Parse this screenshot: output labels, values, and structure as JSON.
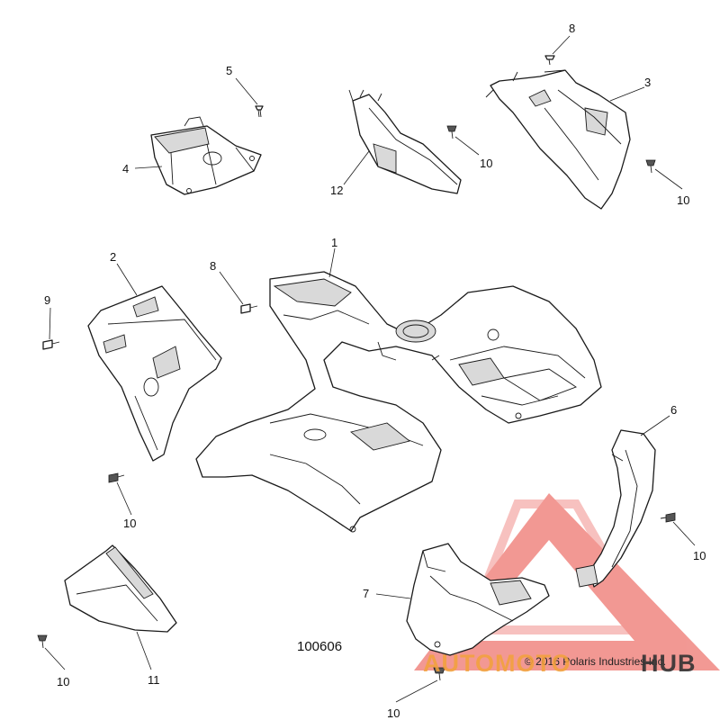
{
  "figure_number": "100606",
  "copyright": "© 2016 Polaris Industries Inc.",
  "watermark": {
    "left": "AUTOMOTO",
    "right": "HUB",
    "accent_color": "#e8453c",
    "orange_color": "#f2a23a"
  },
  "callouts": [
    {
      "id": "c1",
      "label": "1"
    },
    {
      "id": "c2",
      "label": "2"
    },
    {
      "id": "c3",
      "label": "3"
    },
    {
      "id": "c4",
      "label": "4"
    },
    {
      "id": "c5",
      "label": "5"
    },
    {
      "id": "c6",
      "label": "6"
    },
    {
      "id": "c7",
      "label": "7"
    },
    {
      "id": "c8a",
      "label": "8"
    },
    {
      "id": "c8b",
      "label": "8"
    },
    {
      "id": "c9",
      "label": "9"
    },
    {
      "id": "c10a",
      "label": "10"
    },
    {
      "id": "c10b",
      "label": "10"
    },
    {
      "id": "c10c",
      "label": "10"
    },
    {
      "id": "c10d",
      "label": "10"
    },
    {
      "id": "c10e",
      "label": "10"
    },
    {
      "id": "c10f",
      "label": "10"
    },
    {
      "id": "c11",
      "label": "11"
    },
    {
      "id": "c12",
      "label": "12"
    }
  ]
}
